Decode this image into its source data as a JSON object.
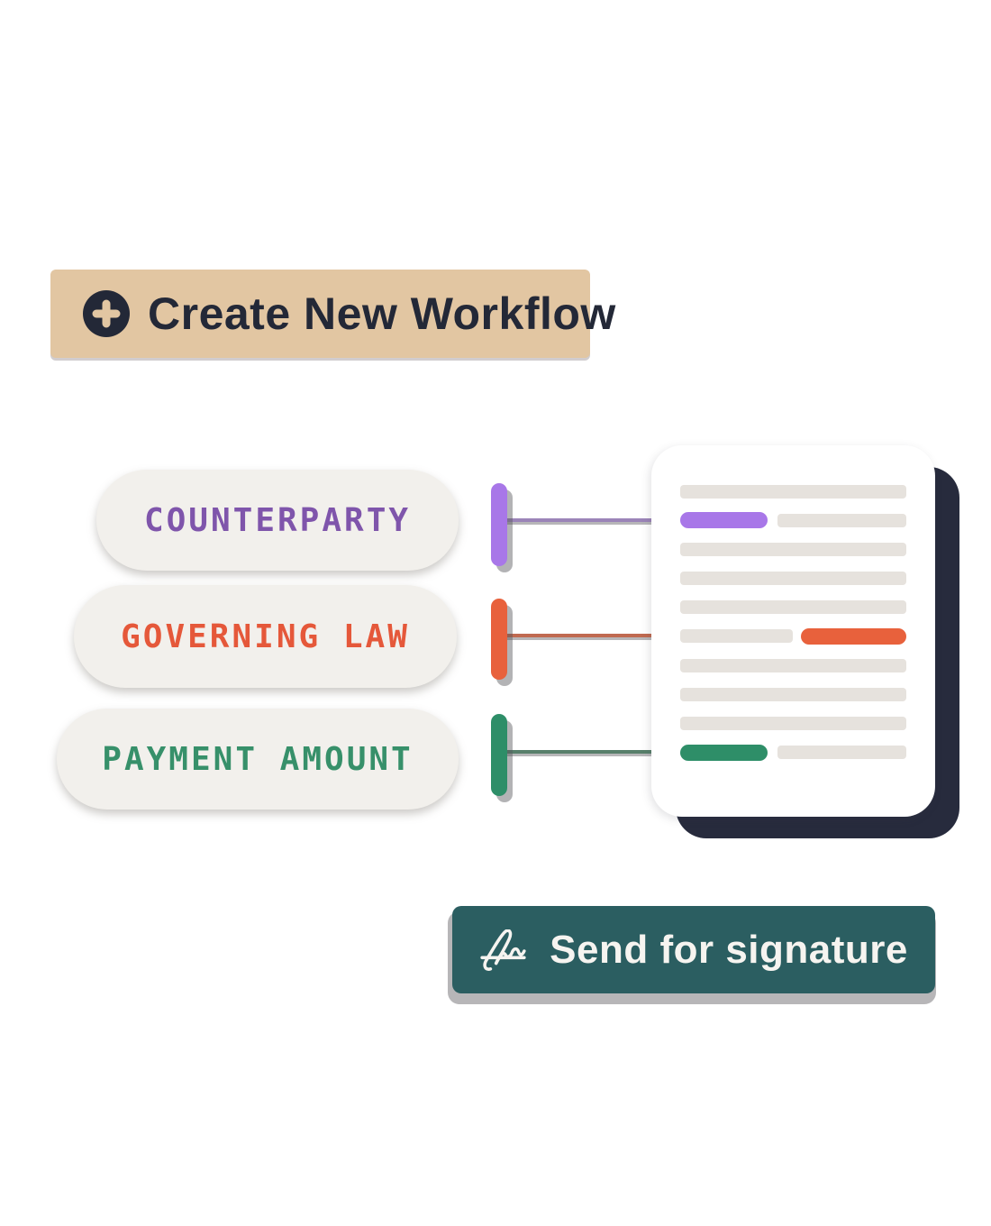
{
  "create_button": {
    "label": "Create New Workflow",
    "icon": "plus-icon",
    "background": "#e2c6a2",
    "text_color": "#232837",
    "icon_circle_color": "#232837"
  },
  "workflow_fields": [
    {
      "label": "COUNTERPARTY",
      "text_color": "#7f55ab",
      "accent_color": "#a877e8",
      "connector_color": "#9b84b8",
      "document_highlight": "left"
    },
    {
      "label": "GOVERNING LAW",
      "text_color": "#e5583a",
      "accent_color": "#e8613c",
      "connector_color": "#c06a50",
      "document_highlight": "right"
    },
    {
      "label": "PAYMENT AMOUNT",
      "text_color": "#37906a",
      "accent_color": "#2e8e68",
      "connector_color": "#577f6a",
      "document_highlight": "left"
    }
  ],
  "pill_background": "#f2f0ec",
  "document": {
    "background": "#ffffff",
    "shadow_color": "#272b3d",
    "placeholder_line_color": "#e6e2dd",
    "rows": [
      {
        "type": "line"
      },
      {
        "type": "highlight-left",
        "field": "COUNTERPARTY"
      },
      {
        "type": "line"
      },
      {
        "type": "line"
      },
      {
        "type": "line"
      },
      {
        "type": "highlight-right",
        "field": "GOVERNING LAW"
      },
      {
        "type": "line"
      },
      {
        "type": "line"
      },
      {
        "type": "line"
      },
      {
        "type": "highlight-left",
        "field": "PAYMENT AMOUNT"
      }
    ]
  },
  "signature_button": {
    "label": "Send for signature",
    "icon": "signature-icon",
    "background": "#2b5e61",
    "text_color": "#f6f4f0"
  }
}
